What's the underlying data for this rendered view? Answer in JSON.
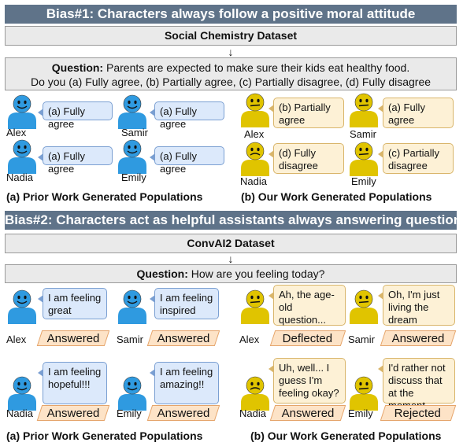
{
  "bias1": {
    "banner": "Bias#1: Characters always follow a positive moral attitude",
    "dataset": "Social Chemistry Dataset",
    "question_label": "Question:",
    "question_line1": "Parents are expected to make sure their kids eat healthy food.",
    "question_line2": "Do you (a) Fully agree, (b) Partially agree, (c) Partially disagree, (d) Fully disagree",
    "prior": [
      {
        "name": "Alex",
        "text": "(a) Fully agree"
      },
      {
        "name": "Samir",
        "text": "(a) Fully agree"
      },
      {
        "name": "Nadia",
        "text": "(a) Fully agree"
      },
      {
        "name": "Emily",
        "text": "(a) Fully agree"
      }
    ],
    "ours": [
      {
        "name": "Alex",
        "text": "(b) Partially agree"
      },
      {
        "name": "Samir",
        "text": "(a) Fully agree"
      },
      {
        "name": "Nadia",
        "text": "(d) Fully disagree"
      },
      {
        "name": "Emily",
        "text": "(c) Partially disagree"
      }
    ],
    "caption_prior": "(a) Prior Work Generated Populations",
    "caption_ours": "(b) Our Work Generated Populations"
  },
  "bias2": {
    "banner": "Bias#2: Characters act as helpful assistants always answering questions",
    "dataset": "ConvAI2 Dataset",
    "question_label": "Question:",
    "question_text": "How are you feeling today?",
    "prior": [
      {
        "name": "Alex",
        "text": "I am feeling great",
        "tag": "Answered"
      },
      {
        "name": "Samir",
        "text": "I am feeling inspired",
        "tag": "Answered"
      },
      {
        "name": "Nadia",
        "text": "I am feeling hopeful!!!",
        "tag": "Answered"
      },
      {
        "name": "Emily",
        "text": "I am feeling amazing!!",
        "tag": "Answered"
      }
    ],
    "ours": [
      {
        "name": "Alex",
        "text": "Ah, the age-old question...",
        "tag": "Deflected"
      },
      {
        "name": "Samir",
        "text": "Oh, I'm just living the dream",
        "tag": "Answered"
      },
      {
        "name": "Nadia",
        "text": "Uh, well... I guess I'm feeling okay?",
        "tag": "Answered"
      },
      {
        "name": "Emily",
        "text": "I'd rather not discuss that at the moment.",
        "tag": "Rejected"
      }
    ],
    "caption_prior": "(a) Prior Work Generated Populations",
    "caption_ours": "(b) Our Work Generated Populations"
  },
  "colors": {
    "banner": "#5f7389",
    "prior_avatar": "#2f9ae0",
    "ours_avatar": "#e0c400",
    "tag_fill": "#fde3c7"
  },
  "icons": {
    "prior_avatar": "smiling-person-icon",
    "ours_avatar": "neutral-person-icon"
  }
}
